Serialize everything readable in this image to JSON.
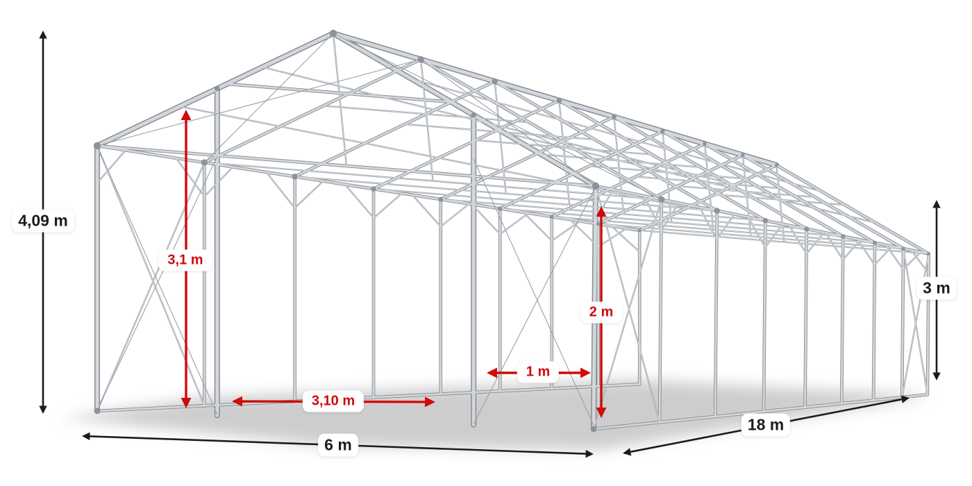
{
  "diagram": {
    "dimensions": {
      "total_height": {
        "label": "4,09 m"
      },
      "side_height": {
        "label": "3 m"
      },
      "width": {
        "label": "6 m"
      },
      "length": {
        "label": "18 m"
      },
      "front_clear_height": {
        "label": "3,1 m"
      },
      "front_clear_width": {
        "label": "3,10 m"
      },
      "inner_height": {
        "label": "2 m"
      },
      "inner_width": {
        "label": "1 m"
      }
    },
    "colors": {
      "arrow_black": "#1c1c1c",
      "arrow_red": "#d10a0a",
      "frame_outline": "#878d93",
      "frame_fill": "#d3d7db",
      "cable": "#9aa0a6",
      "joint": "#8d9399",
      "shadow": "#bdbdbd",
      "background": "#ffffff"
    }
  }
}
